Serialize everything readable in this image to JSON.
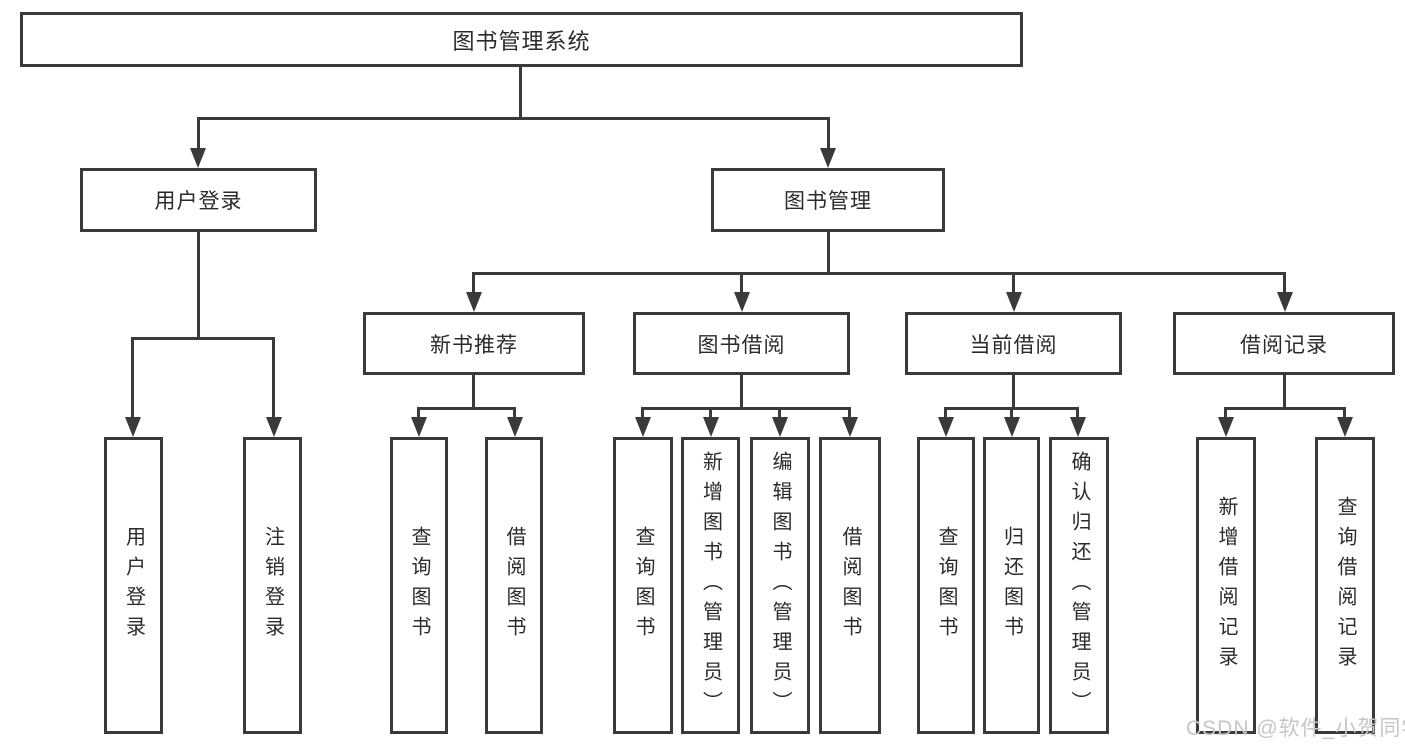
{
  "diagram_type": "hierarchy-tree",
  "colors": {
    "line": "#3a3a3a",
    "box_fill": "#ffffff",
    "text": "#2b2b2b",
    "watermark": "#c6c6c6",
    "background": "#ffffff"
  },
  "watermark": "CSDN @软件_小贺同学",
  "tree": {
    "label": "图书管理系统",
    "children": [
      {
        "label": "用户登录",
        "children": [
          {
            "label": "用户登录"
          },
          {
            "label": "注销登录"
          }
        ]
      },
      {
        "label": "图书管理",
        "children": [
          {
            "label": "新书推荐",
            "children": [
              {
                "label": "查询图书"
              },
              {
                "label": "借阅图书"
              }
            ]
          },
          {
            "label": "图书借阅",
            "children": [
              {
                "label": "查询图书"
              },
              {
                "label": "新增图书（管理员）"
              },
              {
                "label": "编辑图书（管理员）"
              },
              {
                "label": "借阅图书"
              }
            ]
          },
          {
            "label": "当前借阅",
            "children": [
              {
                "label": "查询图书"
              },
              {
                "label": "归还图书"
              },
              {
                "label": "确认归还（管理员）"
              }
            ]
          },
          {
            "label": "借阅记录",
            "children": [
              {
                "label": "新增借阅记录"
              },
              {
                "label": "查询借阅记录"
              }
            ]
          }
        ]
      }
    ]
  }
}
